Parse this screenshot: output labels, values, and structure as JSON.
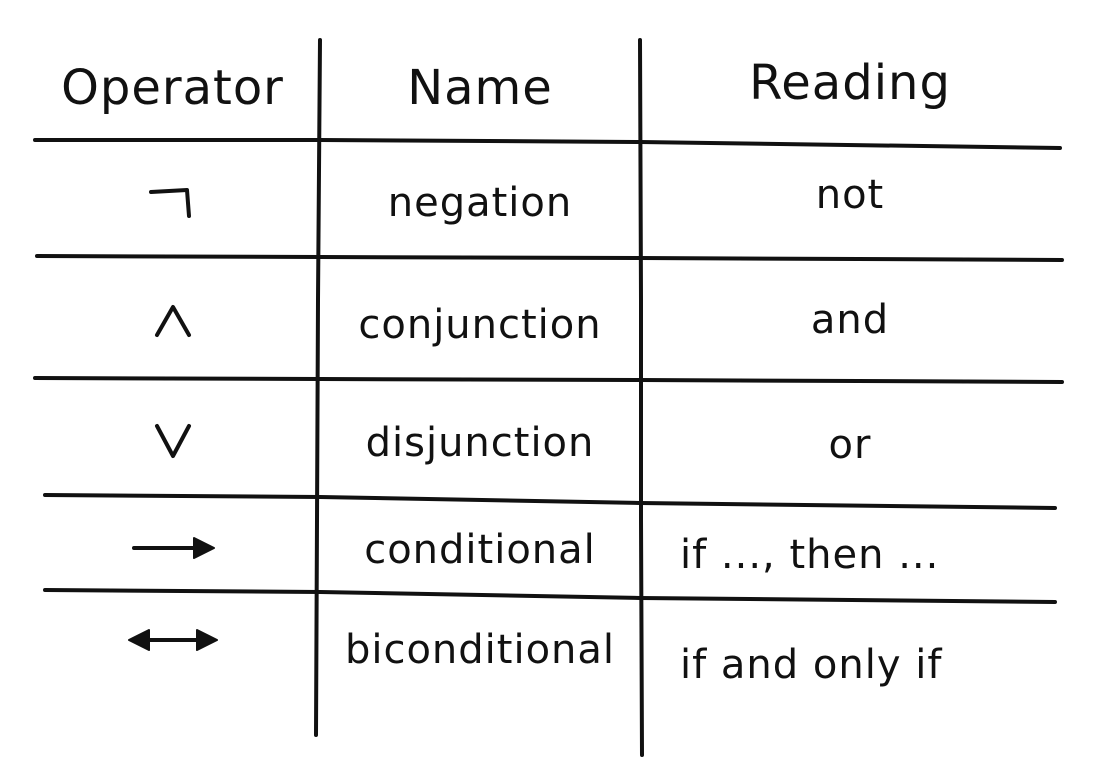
{
  "table": {
    "headers": {
      "operator": "Operator",
      "name": "Name",
      "reading": "Reading"
    },
    "rows": [
      {
        "operator_icon": "negation-icon",
        "name": "negation",
        "reading": "not"
      },
      {
        "operator_icon": "conjunction-icon",
        "name": "conjunction",
        "reading": "and"
      },
      {
        "operator_icon": "disjunction-icon",
        "name": "disjunction",
        "reading": "or"
      },
      {
        "operator_icon": "right-arrow-icon",
        "name": "conditional",
        "reading": "if ..., then ..."
      },
      {
        "operator_icon": "left-right-arrow-icon",
        "name": "biconditional",
        "reading": "if and only if"
      }
    ]
  },
  "colors": {
    "ink": "#111111",
    "background": "#ffffff"
  }
}
